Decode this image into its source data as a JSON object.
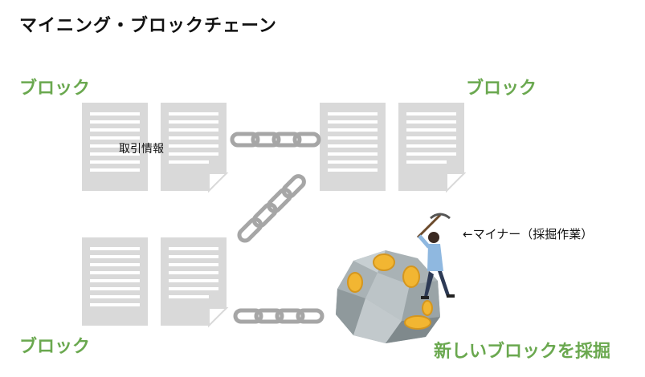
{
  "title": "マイニング・ブロックチェーン",
  "labels": {
    "block_top_left": "ブロック",
    "block_top_right": "ブロック",
    "block_bottom_left": "ブロック",
    "transaction_info": "取引情報",
    "miner": "←マイナー（採掘作業）",
    "new_block": "新しいブロックを採掘"
  },
  "colors": {
    "accent_green": "#6aa84f",
    "document_gray": "#d9d9d9",
    "chain_gray": "#a6a6a6",
    "coin_gold": "#f2b632"
  }
}
